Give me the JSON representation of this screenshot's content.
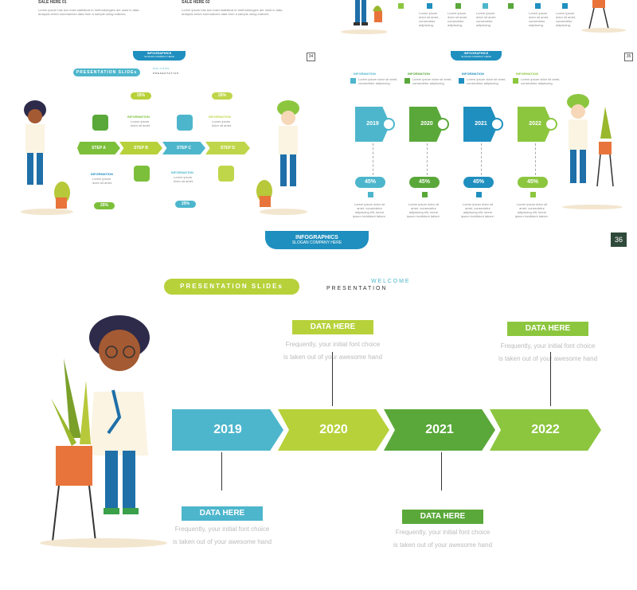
{
  "top_left_slide": {
    "sale_1": "SALE HERE 01",
    "sale_2": "SALE HERE 02",
    "body_1": "Lorem ipsum has two main statistical in methodologies are used in data analysis which summarizes data from a sample using indexes.",
    "body_2": "Lorem ipsum has two main statistical in methodologies are used in data analysis which summarizes data from a sample using indexes."
  },
  "slide_34": {
    "header_title": "INFOGRAPHICS",
    "header_sub": "SLOGAN COMPANY HERE",
    "page_number": "34",
    "badge": "PRESENTATION SLIDEs",
    "welcome": "W E L C O M E",
    "presentation": "P R E S E N T A T I O N",
    "percents": [
      "25%",
      "25%",
      "25%",
      "25%"
    ],
    "info_title": "INFORMATION",
    "info_body": "Lorem ipsum dolor sit amet.",
    "steps": [
      "STEP A",
      "STEP B",
      "STEP C",
      "STEP D"
    ],
    "colors": [
      "#7cbf3a",
      "#b7d13a",
      "#4db6cc",
      "#c0d64a"
    ]
  },
  "slide_35": {
    "header_title": "INFOGRAPHICS",
    "header_sub": "SLOGAN COMPANY HERE",
    "page_number": "35",
    "info_title": "INFORMATION",
    "info_body": "Lorem ipsum dolor sit amet, consectetur adipiscing.",
    "years": [
      "2019",
      "2020",
      "2021",
      "2022"
    ],
    "percents": [
      "45%",
      "45%",
      "45%",
      "45%"
    ],
    "bottom_text": "Lorem ipsum dolor sit amet, consectetur adipiscing elit, lorem ipsum incididunt labore.",
    "colors": [
      "#4db6cc",
      "#5aa83a",
      "#1f8fbf",
      "#8cc63f"
    ]
  },
  "slide_36": {
    "header_title": "INFOGRAPHICS",
    "header_sub": "SLOGAN COMPANY HERE",
    "page_number": "36",
    "badge": "PRESENTATION SLIDEs",
    "welcome": "W E L C O M E",
    "presentation": "P R E S E N T A T I O N",
    "years": [
      "2019",
      "2020",
      "2021",
      "2022"
    ],
    "year_colors": [
      "#4db6cc",
      "#b7d13a",
      "#5aa83a",
      "#8cc63f"
    ],
    "data_label": "DATA HERE",
    "data_colors": [
      "#b7d13a",
      "#8cc63f",
      "#4db6cc",
      "#5aa83a"
    ],
    "desc_line1": "Frequently, your initial font choice",
    "desc_line2": "is taken out of your awesome hand"
  },
  "top_right_slide": {
    "text": "Lorem ipsum dolor sit amet, consectetur adipiscing."
  }
}
